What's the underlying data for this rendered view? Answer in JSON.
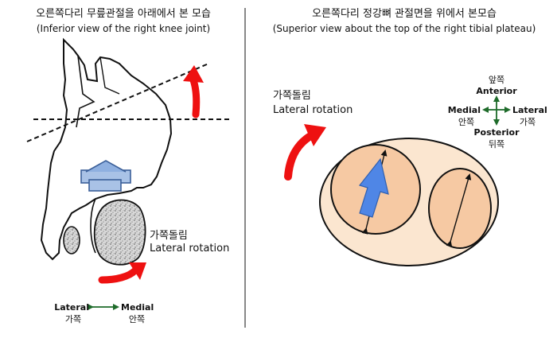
{
  "left_panel": {
    "title_ko": "오른쪽다리  무릎관절을 아래에서 본 모습",
    "title_en": "(Inferior view of the right knee joint)",
    "rotation_label_ko": "가쪽돌림",
    "rotation_label_en": "Lateral rotation",
    "axis_lateral_en": "Lateral",
    "axis_lateral_ko": "가쪽",
    "axis_medial_en": "Medial",
    "axis_medial_ko": "안쪽"
  },
  "right_panel": {
    "title_ko": "오른쪽다리 정강뼈 관절면을 위에서 본모습",
    "title_en": "(Superior view about the top of the right tibial plateau)",
    "rotation_label_ko": "가쪽돌림",
    "rotation_label_en": "Lateral rotation",
    "compass": {
      "anterior_ko": "앞쪽",
      "anterior_en": "Anterior",
      "posterior_en": "Posterior",
      "posterior_ko": "뒤쪽",
      "medial_en": "Medial",
      "medial_ko": "안쪽",
      "lateral_en": "Lateral",
      "lateral_ko": "가쪽"
    }
  },
  "colors": {
    "arrow_red": "#ee1111",
    "arrow_blue": "#4f86e6",
    "compass_green": "#1e6b2a",
    "plateau_fill": "#fbe6d0",
    "condyle_fill": "#f6c9a3",
    "divider": "#888888",
    "patella_box": "#5a86c0"
  }
}
